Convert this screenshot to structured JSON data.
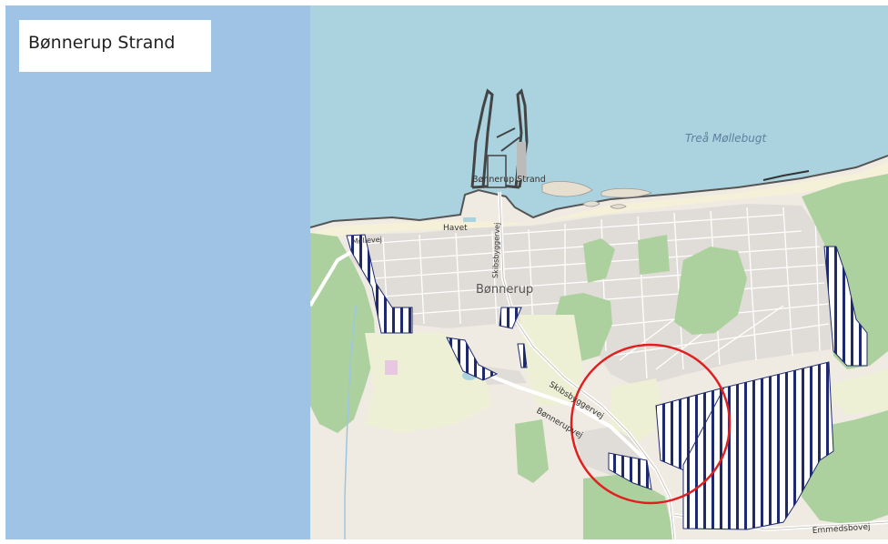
{
  "title": "Bønnerup Strand",
  "map": {
    "labels": {
      "bay": "Treå Møllebugt",
      "harbour": "Bønnerup Strand",
      "town": "Bønnerup",
      "havet": "Havet",
      "mollevej": "Møllevej",
      "skibsbyggervej_north": "Skibsbyggervej",
      "skibsbyggervej_south": "Skibsbyggervej",
      "bonnerupvej": "Bønnerupvej",
      "emmedsbovej": "Emmedsbovej"
    },
    "colors": {
      "sea": "#aad3df",
      "land": "#efebe3",
      "urban": "#e0dcd7",
      "forest": "#add19e",
      "farmland": "#eef0d5",
      "hatch": "#1f2a6e",
      "circle": "#e02020",
      "left_panel": "#9fc3e5"
    }
  }
}
